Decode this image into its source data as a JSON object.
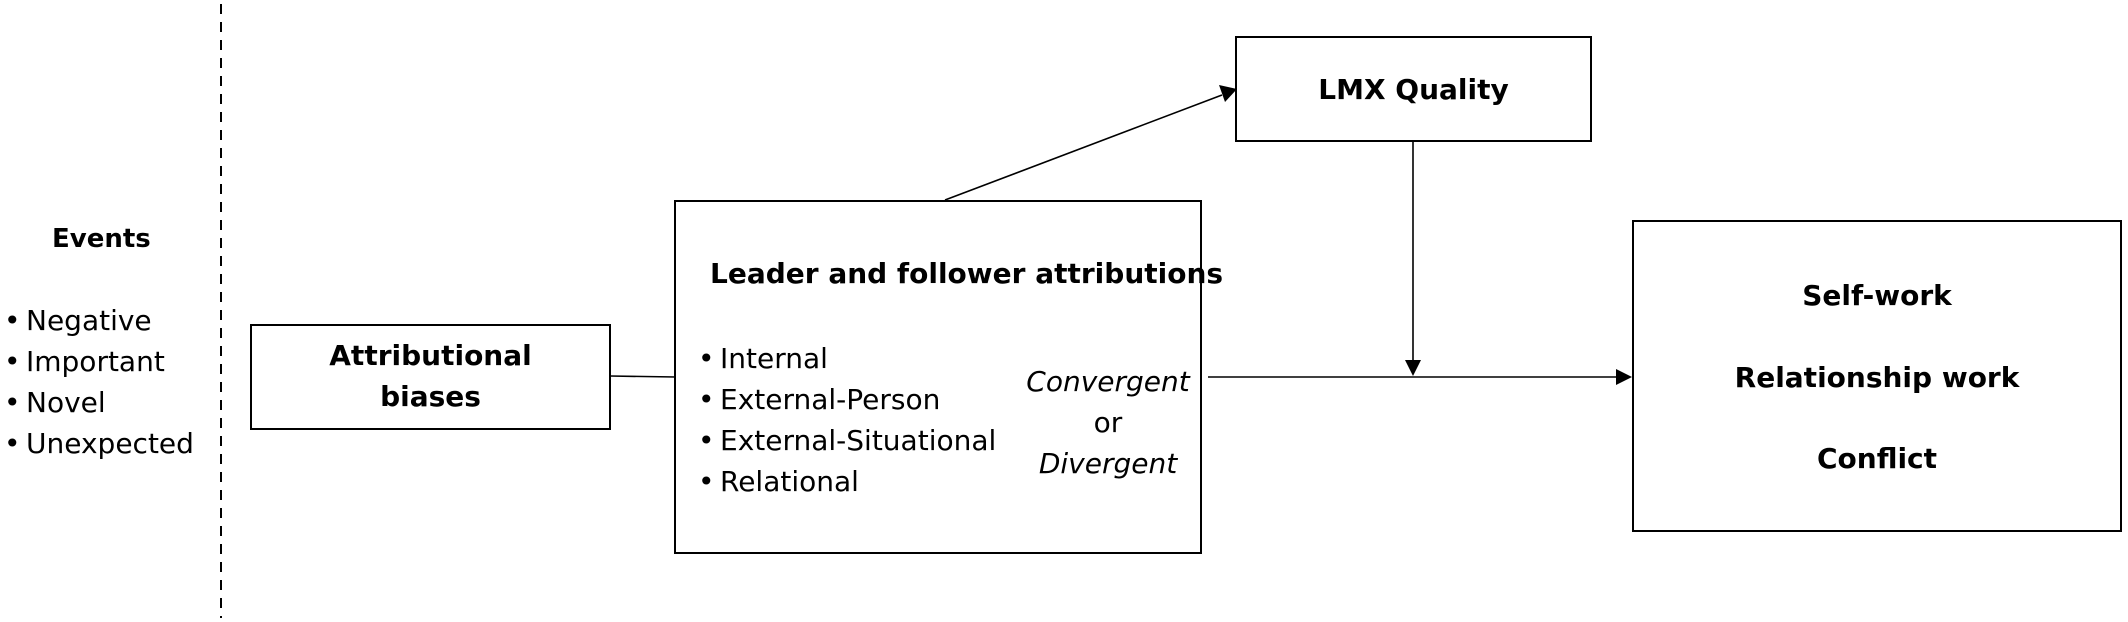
{
  "events": {
    "title": "Events",
    "items": [
      "Negative",
      "Important",
      "Novel",
      "Unexpected"
    ]
  },
  "attributional_biases": {
    "line1": "Attributional",
    "line2": "biases"
  },
  "attributions": {
    "title": "Leader and follower attributions",
    "items": [
      "Internal",
      "External-Person",
      "External-Situational",
      "Relational"
    ],
    "convergent": "Convergent",
    "or": "or",
    "divergent": "Divergent"
  },
  "lmx": {
    "title": "LMX Quality"
  },
  "outcomes": {
    "items": [
      "Self-work",
      "Relationship work",
      "Conflict"
    ]
  },
  "colors": {
    "line": "#000000",
    "background": "#ffffff"
  }
}
